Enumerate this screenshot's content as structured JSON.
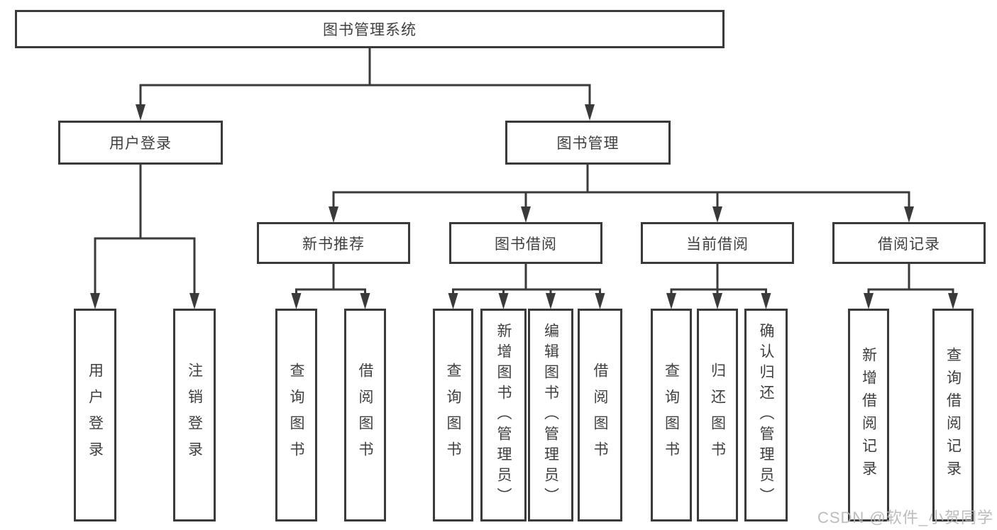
{
  "diagram_type": "tree",
  "colors": {
    "line": "#3a3a3a",
    "box_border": "#3a3a3a",
    "text": "#3f3f3f",
    "background": "#ffffff",
    "watermark_text_color": "#b5b5b5"
  },
  "tree": {
    "root": {
      "label": "图书管理系统"
    },
    "branches": [
      {
        "label": "用户登录",
        "children": [
          {
            "label": "用户登录"
          },
          {
            "label": "注销登录"
          }
        ]
      },
      {
        "label": "图书管理",
        "children": [
          {
            "label": "新书推荐",
            "children": [
              {
                "label": "查询图书"
              },
              {
                "label": "借阅图书"
              }
            ]
          },
          {
            "label": "图书借阅",
            "children": [
              {
                "label": "查询图书"
              },
              {
                "label": "新增图书（管理员）"
              },
              {
                "label": "编辑图书（管理员）"
              },
              {
                "label": "借阅图书"
              }
            ]
          },
          {
            "label": "当前借阅",
            "children": [
              {
                "label": "查询图书"
              },
              {
                "label": "归还图书"
              },
              {
                "label": "确认归还（管理员）"
              }
            ]
          },
          {
            "label": "借阅记录",
            "children": [
              {
                "label": "新增借阅记录"
              },
              {
                "label": "查询借阅记录"
              }
            ]
          }
        ]
      }
    ]
  },
  "watermark": {
    "text": "CSDN @软件_小贺同学"
  }
}
